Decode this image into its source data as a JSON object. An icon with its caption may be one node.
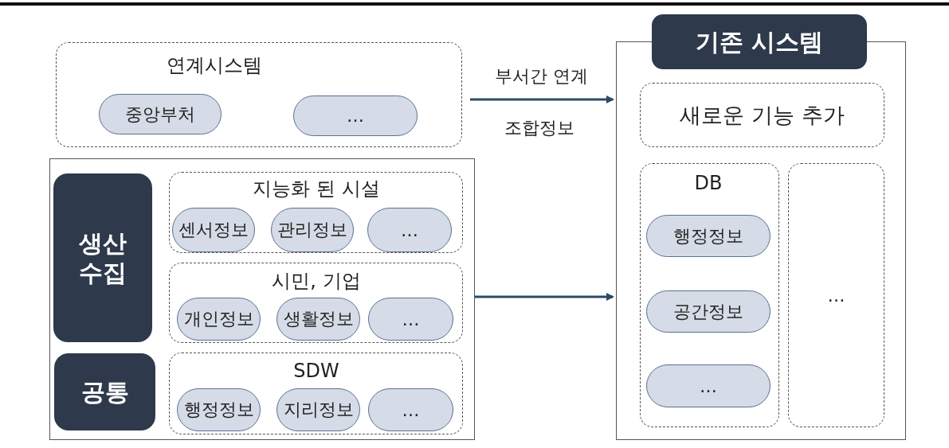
{
  "diagram": {
    "nodes": [
      {
        "text": [
          "연계시스템"
        ]
      },
      {
        "text": [
          "중앙부처"
        ],
        "in": 0
      },
      {
        "text": [
          "…"
        ],
        "in": 0
      },
      {
        "text": [],
        "shape": "box"
      },
      {
        "text": [
          "생산 수집"
        ],
        "in": 3
      },
      {
        "text": [
          "지능화 된 시설"
        ],
        "in": 3
      },
      {
        "text": [
          "센서정보"
        ],
        "in": 5
      },
      {
        "text": [
          "관리정보"
        ],
        "in": 5
      },
      {
        "text": [
          "…"
        ],
        "in": 5
      },
      {
        "text": [
          "시민, 기업"
        ],
        "in": 3
      },
      {
        "text": [
          "개인정보"
        ],
        "in": 9
      },
      {
        "text": [
          "생활정보"
        ],
        "in": 9
      },
      {
        "text": [
          "…"
        ],
        "in": 9
      },
      {
        "text": [
          "공통"
        ],
        "in": 3
      },
      {
        "text": [
          "SDW"
        ],
        "in": 3
      },
      {
        "text": [
          "행정정보"
        ],
        "in": 14
      },
      {
        "text": [
          "지리정보"
        ],
        "in": 14
      },
      {
        "text": [
          "…"
        ],
        "in": 14
      },
      {
        "text": [
          "기존 시스템"
        ]
      },
      {
        "text": [
          "새로운 기능 추가"
        ],
        "in": 18
      },
      {
        "text": [
          "DB"
        ],
        "in": 18
      },
      {
        "text": [
          "행정정보"
        ],
        "in": 20
      },
      {
        "text": [
          "공간정보"
        ],
        "in": 20
      },
      {
        "text": [
          "…"
        ],
        "in": 20
      },
      {
        "text": [
          "…"
        ],
        "in": 18
      }
    ],
    "edges": [
      {
        "from": 0,
        "to": 18,
        "arrow": "to",
        "label": "부서간 연계"
      },
      {
        "from": 3,
        "to": 18,
        "arrow": "to"
      }
    ],
    "labels": [
      "조합정보"
    ]
  }
}
